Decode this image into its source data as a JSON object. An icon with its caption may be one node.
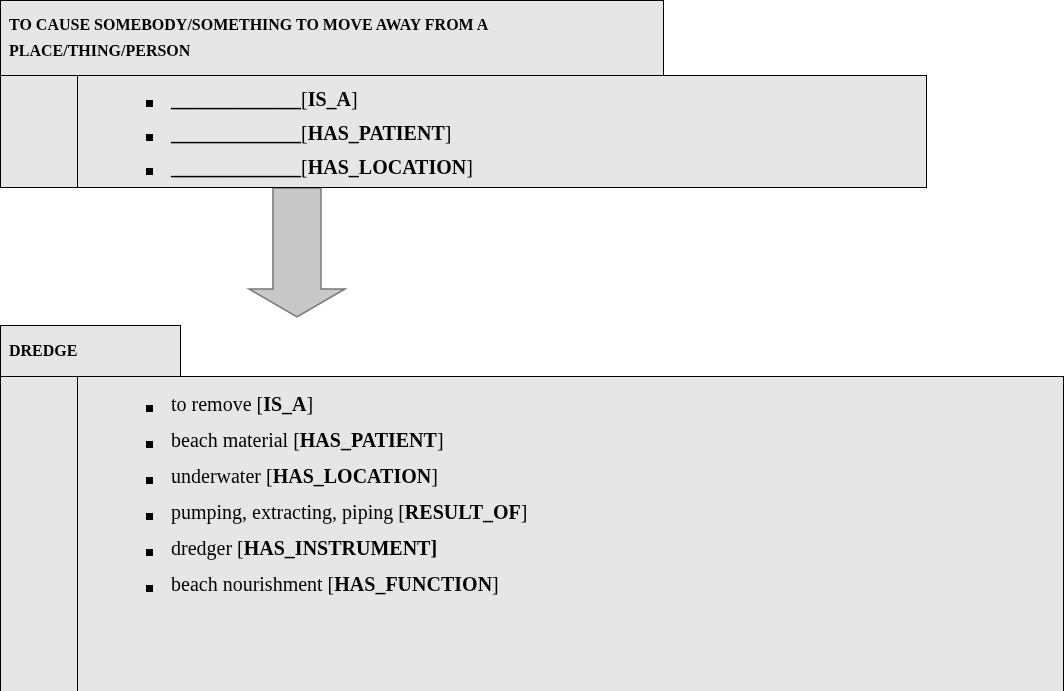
{
  "diagram": {
    "nodes": [
      {
        "text": [
          "TO CAUSE SOMEBODY/SOMETHING TO MOVE AWAY FROM A PLACE/THING/PERSON",
          "**_____________**[**IS_A**]",
          "**_____________**[**HAS_PATIENT**]",
          "**_____________**[**HAS_LOCATION**]"
        ]
      },
      {
        "text": [
          "DREDGE",
          "to remove  [**IS_A**]",
          "beach material [**HAS_PATIENT**]",
          "underwater [**HAS_LOCATION**]",
          "pumping, extracting, piping [**RESULT_OF**]",
          "dredger [**HAS_INSTRUMENT]**",
          "beach nourishment [**HAS_FUNCTION**]"
        ]
      }
    ],
    "edges": [
      {
        "from": 0,
        "to": 1,
        "arrow": "to"
      }
    ]
  }
}
